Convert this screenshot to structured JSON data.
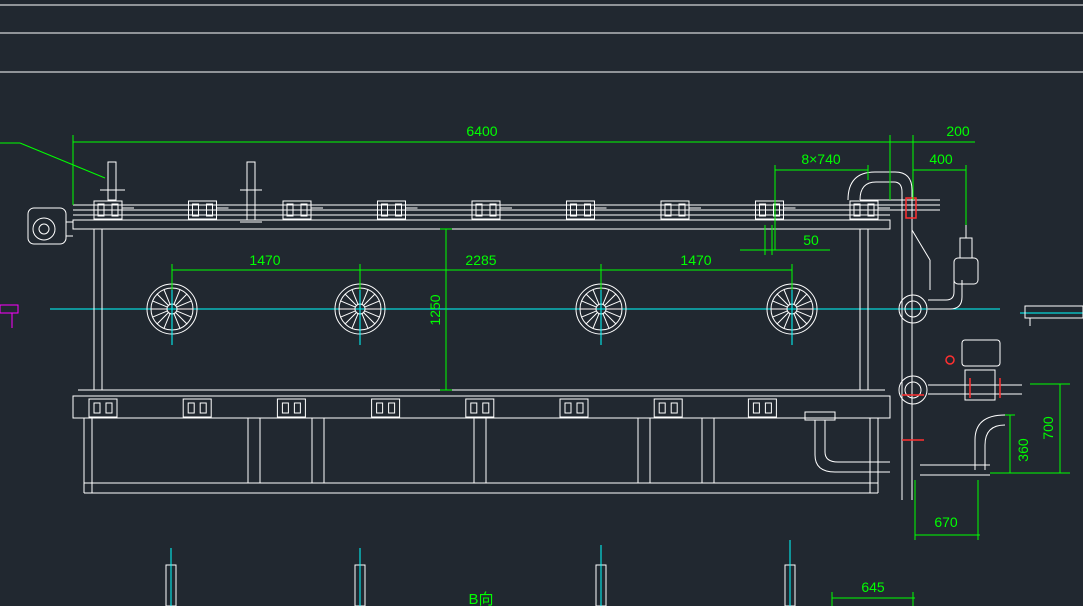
{
  "colors": {
    "background": "#212830",
    "outline": "#ffffff",
    "dimension": "#00ff00",
    "centerline": "#00ffff",
    "accent_red": "#ff3030",
    "accent_magenta": "#ff00ff"
  },
  "dimensions": {
    "overall_length": "6400",
    "right_offset": "200",
    "pitch_spec": "8×740",
    "pipe_offset": "400",
    "small_gap": "50",
    "wheel_spacing_left": "1470",
    "wheel_spacing_mid": "2285",
    "wheel_spacing_right": "1470",
    "height": "1250",
    "pipe_height_lower": "360",
    "pipe_height_upper": "700",
    "pipe_width": "670",
    "bottom_width": "645"
  },
  "view_label": "B向",
  "drawing": {
    "wheel_count": 4,
    "clamp_count_top": 9,
    "clamp_count_bottom": 8
  }
}
